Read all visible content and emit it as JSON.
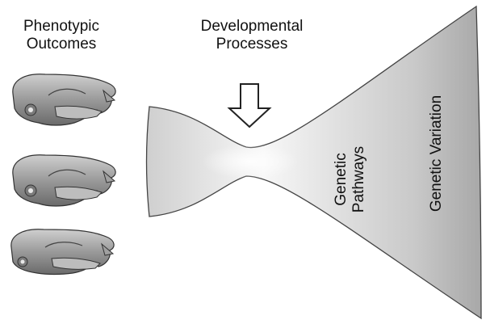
{
  "labels": {
    "phenotypic": [
      "Phenotypic",
      "Outcomes"
    ],
    "developmental": [
      "Developmental",
      "Processes"
    ],
    "genetic_pathways": [
      "Genetic",
      "Pathways"
    ],
    "genetic_variation": "Genetic Variation"
  },
  "skulls": [
    {
      "name": "skull-top"
    },
    {
      "name": "skull-middle"
    },
    {
      "name": "skull-bottom"
    }
  ]
}
